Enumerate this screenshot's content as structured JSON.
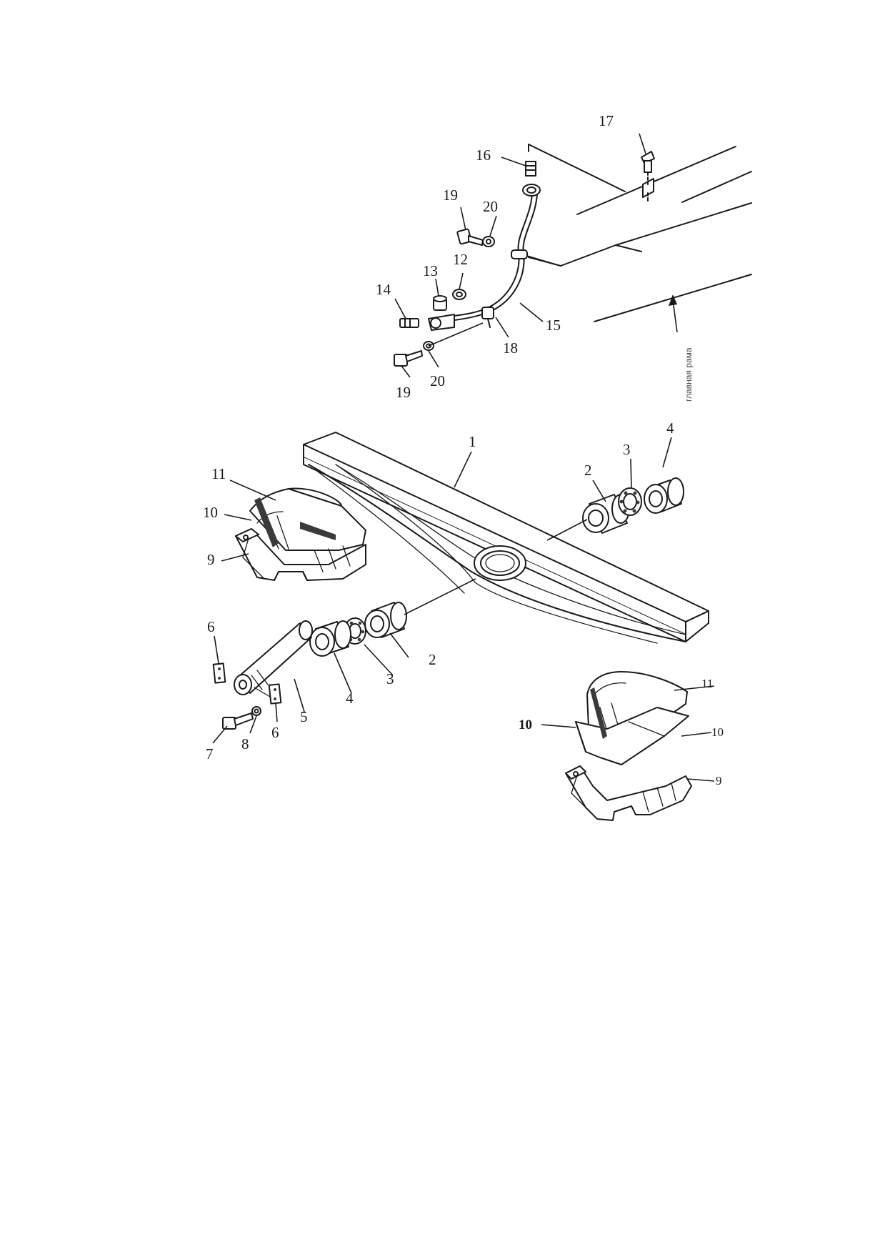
{
  "diagram": {
    "callouts": {
      "c1": "1",
      "c2a": "2",
      "c2b": "2",
      "c3a": "3",
      "c3b": "3",
      "c4a": "4",
      "c4b": "4",
      "c5": "5",
      "c6a": "6",
      "c6b": "6",
      "c7": "7",
      "c8": "8",
      "c9a": "9",
      "c9b": "9",
      "c10a": "10",
      "c10b": "10",
      "c10c": "10",
      "c11a": "11",
      "c11b": "11",
      "c12": "12",
      "c13": "13",
      "c14": "14",
      "c15": "15",
      "c16": "16",
      "c17": "17",
      "c18": "18",
      "c19a": "19",
      "c19b": "19",
      "c20a": "20",
      "c20b": "20"
    },
    "frame_label": "главная рама"
  }
}
